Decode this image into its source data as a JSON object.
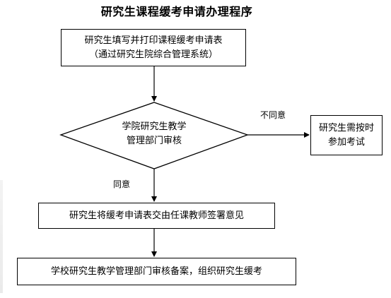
{
  "title": "研究生课程缓考申请办理程序",
  "nodes": {
    "fill_form": {
      "line1": "研究生填写并打印课程缓考申请表",
      "line2": "（通过研究生院综合管理系统）"
    },
    "college_review": {
      "line1": "学院研究生教学",
      "line2": "管理部门审核"
    },
    "reject_result": {
      "text": "研究生需按时参加考试"
    },
    "teacher_sign": {
      "text": "研究生将缓考申请表交由任课教师签署意见"
    },
    "final_record": {
      "text": "学校研究生教学管理部门审核备案，组织研究生缓考"
    }
  },
  "edges": {
    "disagree_label": "不同意",
    "agree_label": "同意"
  },
  "colors": {
    "line": "#000000",
    "background": "#ffffff"
  }
}
